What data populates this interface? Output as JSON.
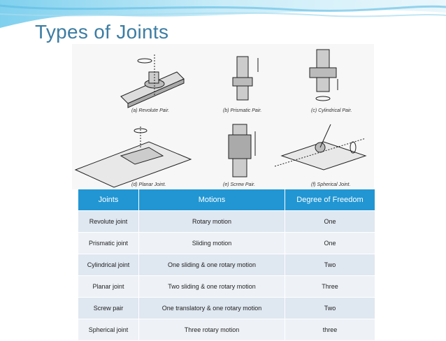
{
  "slide": {
    "title": "Types of Joints"
  },
  "figure": {
    "captions": [
      "(a) Revolute Pair.",
      "(b) Prismatic Pair.",
      "(c) Cylindrical Pair.",
      "(d) Planar Joint.",
      "(e) Screw Pair.",
      "(f) Spherical Joint."
    ]
  },
  "table": {
    "headers": [
      "Joints",
      "Motions",
      "Degree of Freedom"
    ],
    "rows": [
      [
        "Revolute joint",
        "Rotary motion",
        "One"
      ],
      [
        "Prismatic joint",
        "Sliding motion",
        "One"
      ],
      [
        "Cylindrical joint",
        "One sliding & one rotary motion",
        "Two"
      ],
      [
        "Planar joint",
        "Two sliding & one rotary motion",
        "Three"
      ],
      [
        "Screw pair",
        "One translatory & one rotary motion",
        "Two"
      ],
      [
        "Spherical joint",
        "Three rotary motion",
        "three"
      ]
    ]
  },
  "colors": {
    "title": "#3c7da3",
    "header_bg": "#2196d3",
    "row_bg": "#dfe7f0",
    "row_alt_bg": "#eef2f7"
  }
}
